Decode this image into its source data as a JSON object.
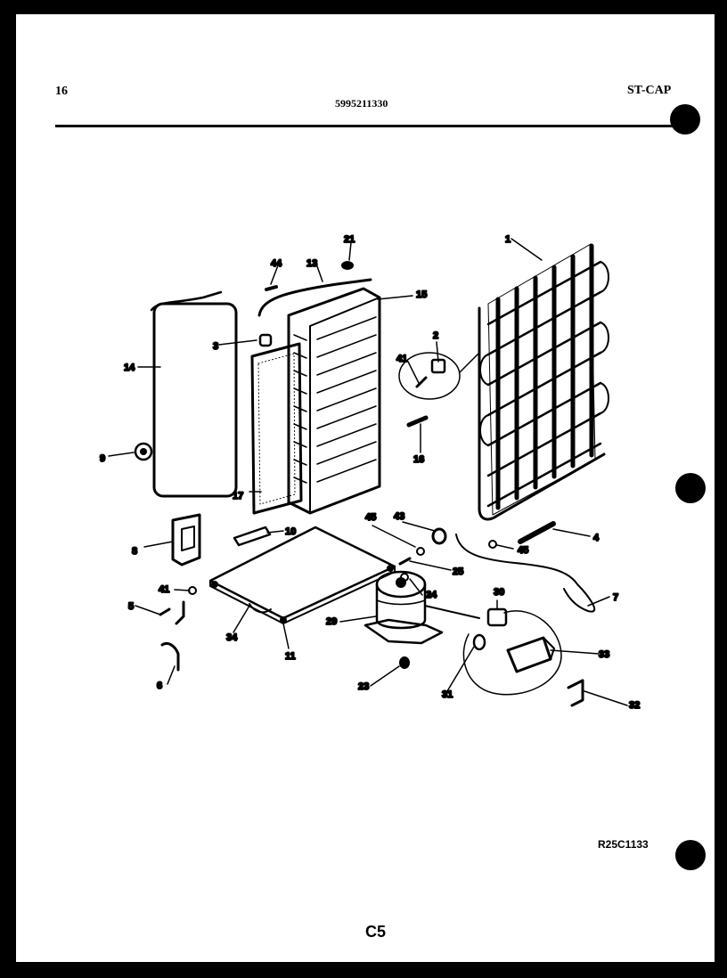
{
  "header": {
    "page_number": "16",
    "part_number": "5995211330",
    "model_code": "ST-CAP"
  },
  "footer": {
    "reference_code": "R25C1133",
    "section_code": "C5"
  },
  "callouts": {
    "c1": "1",
    "c2": "2",
    "c3": "3",
    "c4": "4",
    "c5": "5",
    "c6": "6",
    "c7": "7",
    "c8": "8",
    "c9": "9",
    "c10": "10",
    "c11": "11",
    "c13": "13",
    "c14": "14",
    "c15": "15",
    "c16": "16",
    "c17": "17",
    "c21": "21",
    "c23": "23",
    "c24": "24",
    "c25": "25",
    "c29": "29",
    "c30": "30",
    "c31": "31",
    "c32": "32",
    "c33": "33",
    "c34": "34",
    "c41a": "41",
    "c41b": "41",
    "c43": "43",
    "c44": "44",
    "c45a": "45",
    "c45b": "45"
  }
}
